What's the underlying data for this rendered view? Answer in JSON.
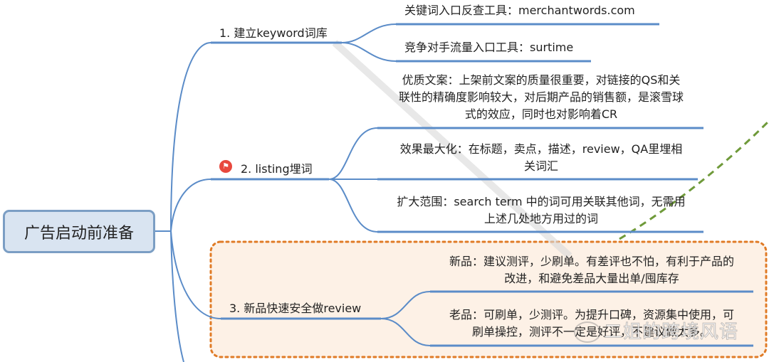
{
  "root": {
    "label": "广告启动前准备"
  },
  "branches": [
    {
      "label": "1. 建立keyword词库",
      "children": [
        {
          "text": "关键词入口反查工具：merchantwords.com"
        },
        {
          "text": "竞争对手流量入口工具：surtime"
        }
      ]
    },
    {
      "label": "2. listing埋词",
      "flag_icon": "red-flag-icon",
      "children": [
        {
          "lines": [
            "优质文案：上架前文案的质量很重要，对链接的QS和关",
            "联性的精确度影响较大，对后期产品的销售额，是滚雪球",
            "式的效应，同时也对影响着CR"
          ]
        },
        {
          "lines": [
            "效果最大化：在标题，卖点，描述，review，QA里埋相",
            "关词汇"
          ]
        },
        {
          "lines": [
            "扩大范围：search term 中的词可用关联其他词，无需用",
            "上述几处地方用过的词"
          ]
        }
      ]
    },
    {
      "label": "3. 新品快速安全做review",
      "highlight": "dotted-orange-box",
      "children": [
        {
          "lines": [
            "新品：建议测评，少刷单。有差评也不怕，有利于产品的",
            "改进，和避免差品大量出单/囤库存"
          ]
        },
        {
          "lines": [
            "老品：可刷单，少测评。为提升口碑，资源集中使用，可",
            "刷单操控，测评不一定是好评，不建议做太多。"
          ]
        }
      ]
    }
  ],
  "watermark": {
    "text": "二姐的跨境风语"
  },
  "colors": {
    "line": "#5b8cc8",
    "root_fill": "#d9e4f1",
    "root_border": "#7b9ec4",
    "highlight_border": "#e07b26",
    "highlight_fill": "#fdf1e6",
    "dashed_relation": "#6f9a3a",
    "flag": "#e8483d"
  }
}
